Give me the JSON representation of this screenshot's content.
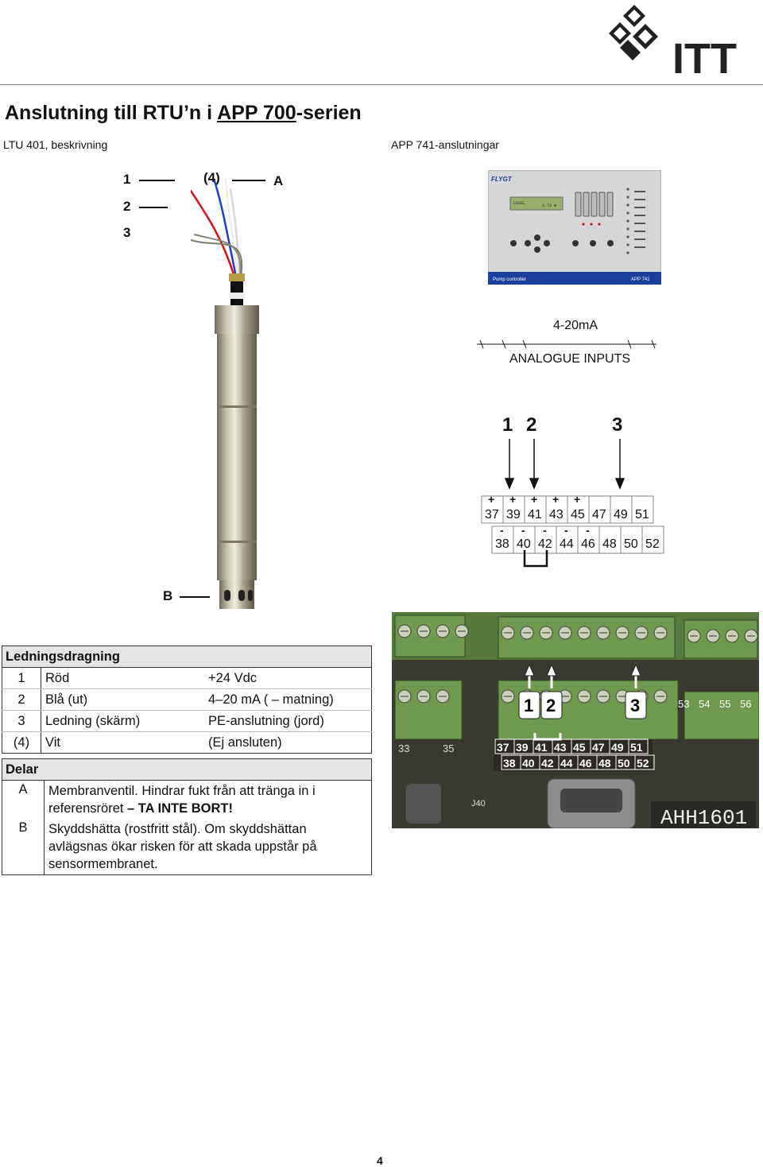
{
  "logo": {
    "text": "ITT"
  },
  "title": {
    "prefix": "Anslutning till RTU’n i ",
    "link": "APP 700",
    "suffix": "-serien"
  },
  "left_caption": "LTU 401, beskrivning",
  "right_caption": "APP 741-anslutningar",
  "callouts": {
    "one": "1",
    "four": "(4)",
    "a": "A",
    "two": "2",
    "three": "3",
    "b": "B"
  },
  "controller": {
    "brand": "FLYGT",
    "display": "LEVEL",
    "display_value": "2.73 m",
    "footer_left": "Pump controller",
    "footer_right": "APP 741"
  },
  "terminals": {
    "signal": "4-20mA",
    "inputs_label": "ANALOGUE INPUTS",
    "arrow_numbers": [
      "1",
      "2",
      "3"
    ],
    "top_row": [
      "37",
      "39",
      "41",
      "43",
      "45",
      "47",
      "49",
      "51"
    ],
    "bottom_row": [
      "38",
      "40",
      "42",
      "44",
      "46",
      "48",
      "50",
      "52"
    ],
    "plus": "+",
    "minus": "-"
  },
  "photo": {
    "numbers": [
      "1",
      "2",
      "3"
    ],
    "row1": [
      "37",
      "39",
      "41",
      "43",
      "45",
      "47",
      "49",
      "51"
    ],
    "row2": [
      "38",
      "40",
      "42",
      "44",
      "46",
      "48",
      "50",
      "52"
    ],
    "top_terms": [
      "53",
      "54",
      "55",
      "56"
    ],
    "left_terms": [
      "33",
      "35"
    ],
    "conn": "J40",
    "board": "AHH1601"
  },
  "wiring": {
    "heading": "Ledningsdragning",
    "rows": [
      {
        "no": "1",
        "color": "Röd",
        "function": "+24 Vdc"
      },
      {
        "no": "2",
        "color": "Blå (ut)",
        "function": "4–20 mA ( – matning)"
      },
      {
        "no": "3",
        "color": "Ledning (skärm)",
        "function": "PE-anslutning (jord)"
      },
      {
        "no": "(4)",
        "color": "Vit",
        "function": "(Ej ansluten)"
      }
    ]
  },
  "parts": {
    "heading": "Delar",
    "a": {
      "label": "A",
      "text": "Membranventil. Hindrar fukt från att tränga in i referensröret ",
      "bold": "– TA INTE BORT!"
    },
    "b": {
      "label": "B",
      "text": "Skyddshätta (rostfritt stål). Om skyddshättan avlägsnas ökar risken för att skada uppstår på sensormembranet."
    }
  },
  "page_number": "4"
}
